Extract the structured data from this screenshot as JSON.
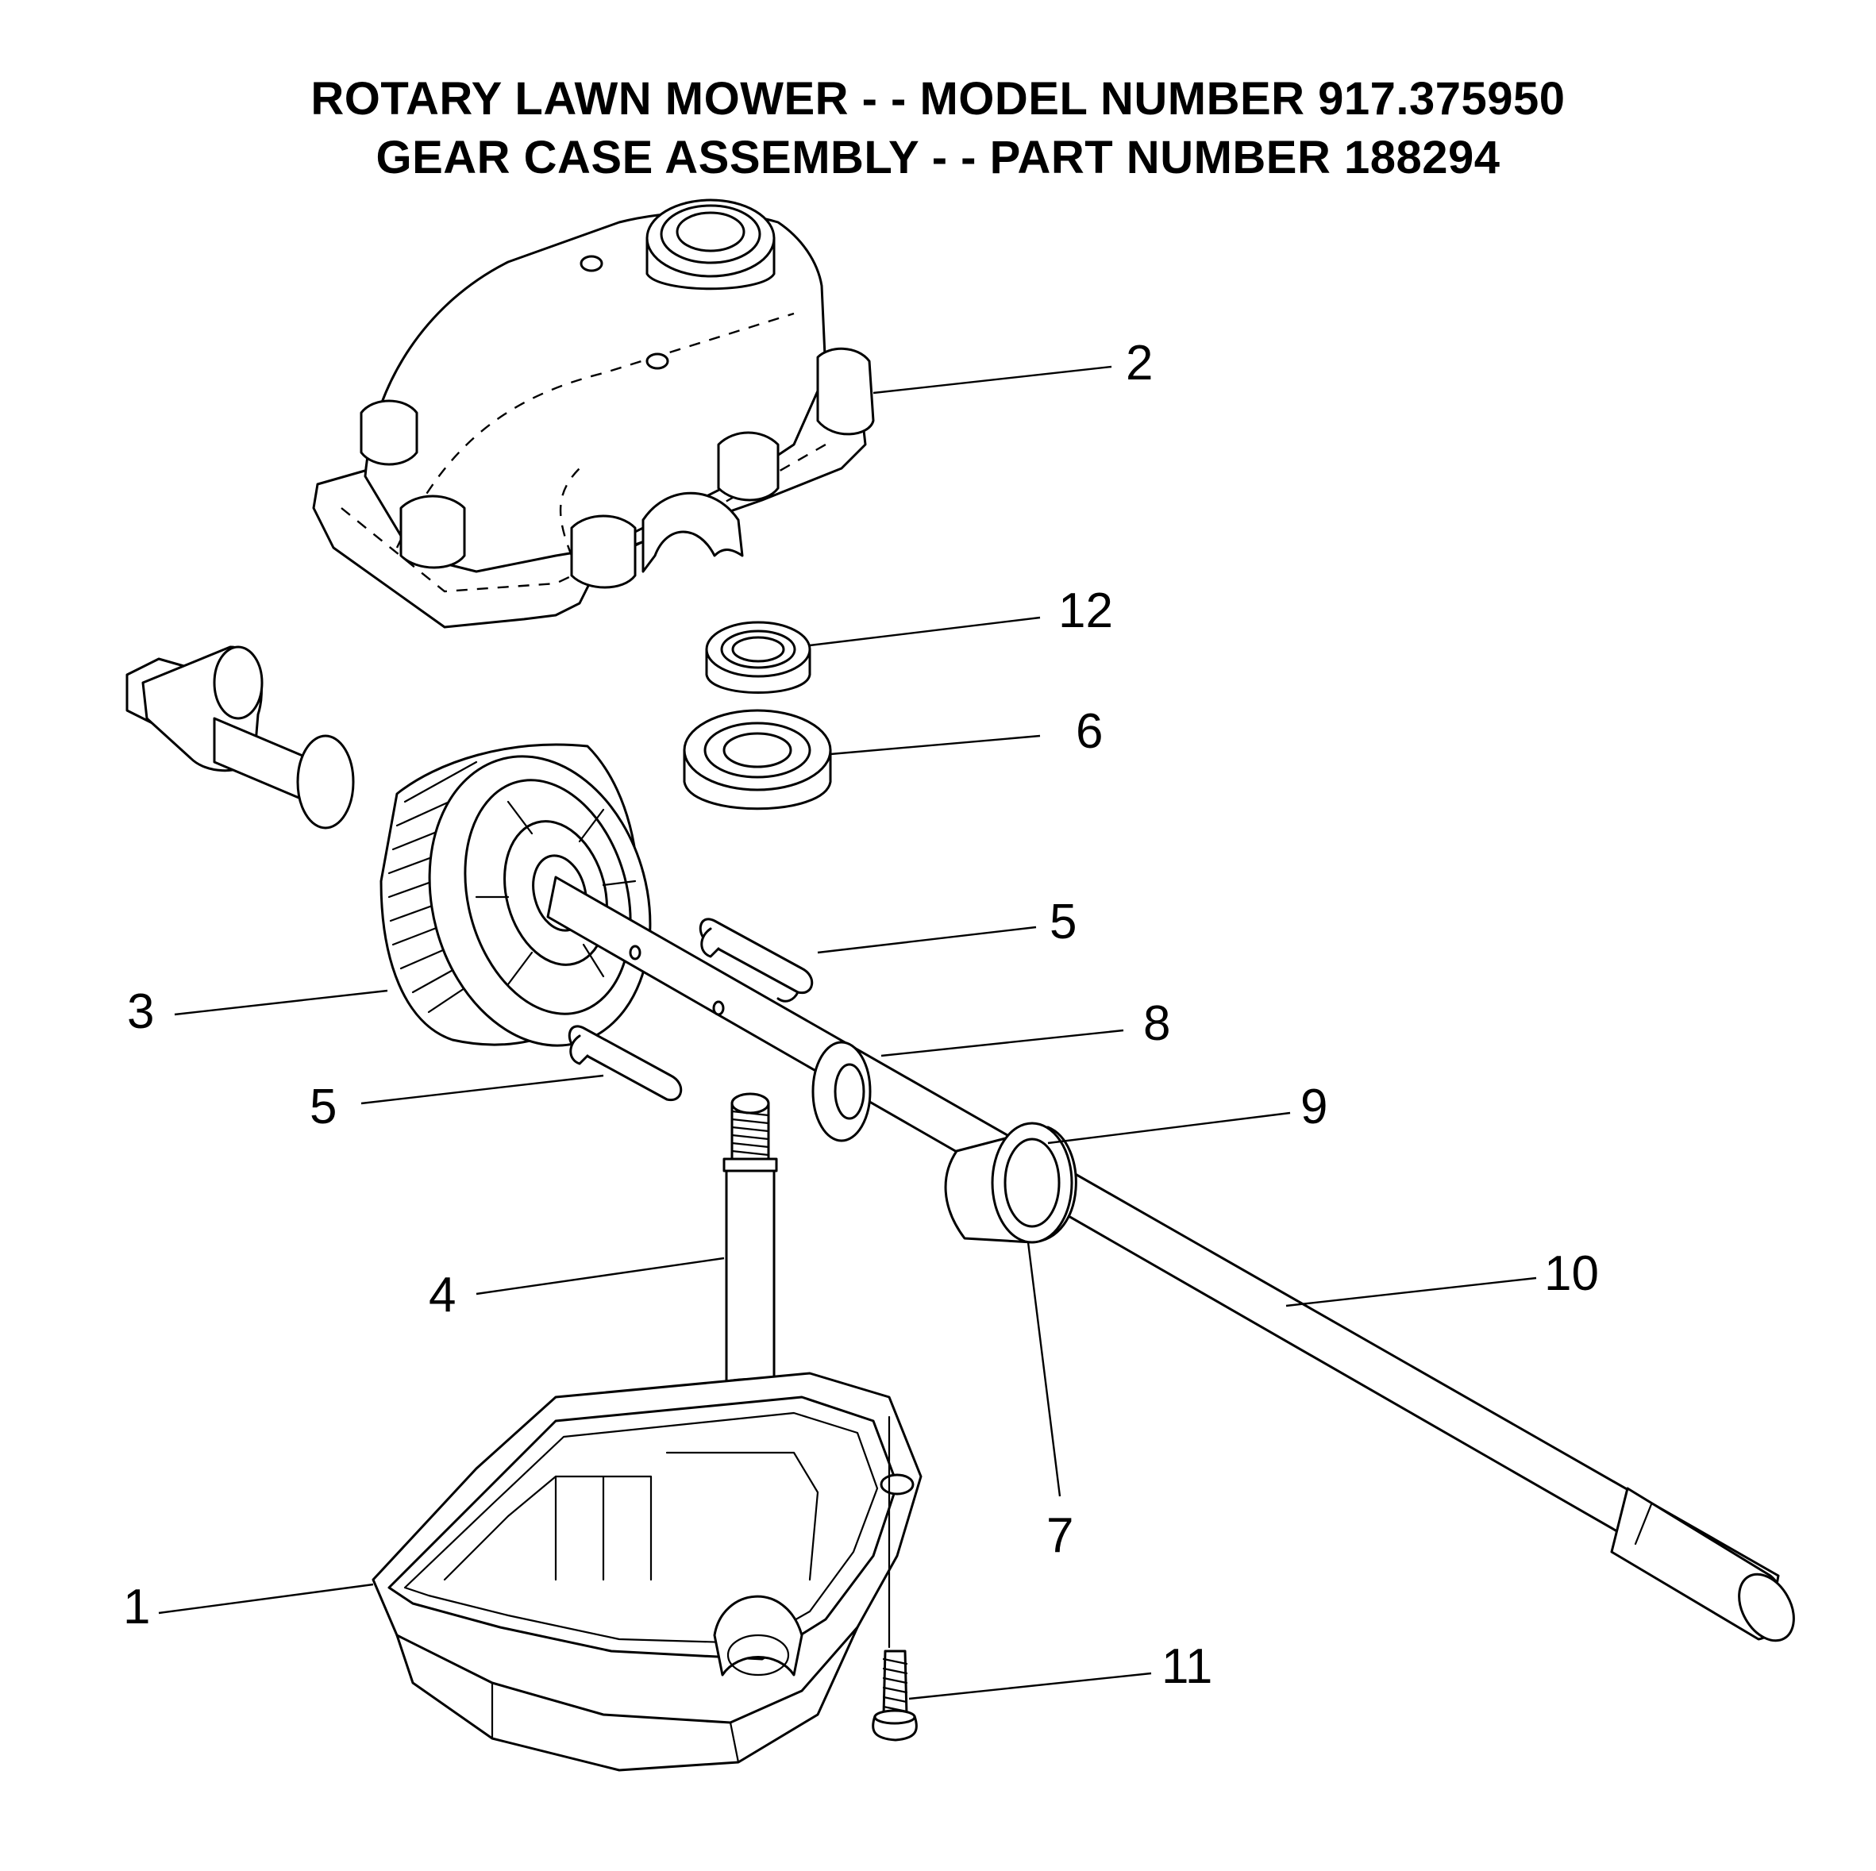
{
  "title": {
    "line1": "ROTARY LAWN MOWER - - MODEL NUMBER  917.375950",
    "line2": "GEAR CASE ASSEMBLY - - PART NUMBER 188294"
  },
  "callouts": [
    {
      "id": "c1",
      "label": "1"
    },
    {
      "id": "c2",
      "label": "2"
    },
    {
      "id": "c3",
      "label": "3"
    },
    {
      "id": "c4",
      "label": "4"
    },
    {
      "id": "c5a",
      "label": "5"
    },
    {
      "id": "c5b",
      "label": "5"
    },
    {
      "id": "c6",
      "label": "6"
    },
    {
      "id": "c7",
      "label": "7"
    },
    {
      "id": "c8",
      "label": "8"
    },
    {
      "id": "c9",
      "label": "9"
    },
    {
      "id": "c10",
      "label": "10"
    },
    {
      "id": "c11",
      "label": "11"
    },
    {
      "id": "c12",
      "label": "12"
    }
  ]
}
